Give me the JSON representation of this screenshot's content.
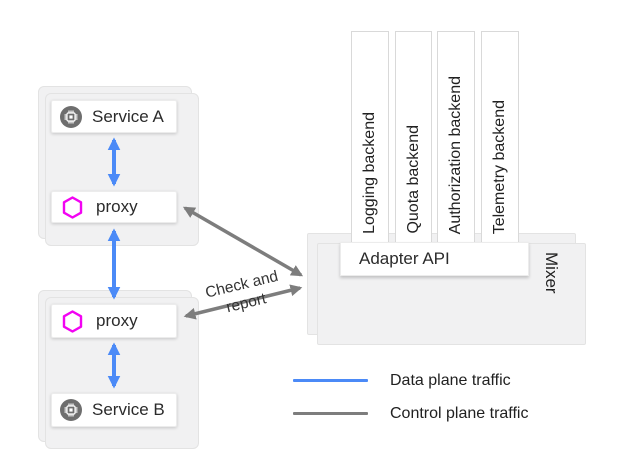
{
  "nodes": {
    "service_a": "Service A",
    "proxy_a": "proxy",
    "proxy_b": "proxy",
    "service_b": "Service B",
    "adapter": "Adapter API",
    "mixer": "Mixer"
  },
  "backends": [
    "Logging backend",
    "Quota backend",
    "Authorization backend",
    "Telemetry backend"
  ],
  "annotations": {
    "check_report_line1": "Check and",
    "check_report_line2": "report"
  },
  "legend": {
    "items": [
      {
        "label": "Data plane traffic",
        "color": "#4b8af7"
      },
      {
        "label": "Control plane traffic",
        "color": "#7d7d7d"
      }
    ]
  },
  "colors": {
    "data_plane_blue": "#4b8af7",
    "control_plane_gray": "#7d7d7d",
    "proxy_hexagon_magenta": "#f203f2",
    "service_icon_gray": "#6e6e6e",
    "card_fill": "#f1f1f2",
    "card_border": "#e3e3e3"
  }
}
